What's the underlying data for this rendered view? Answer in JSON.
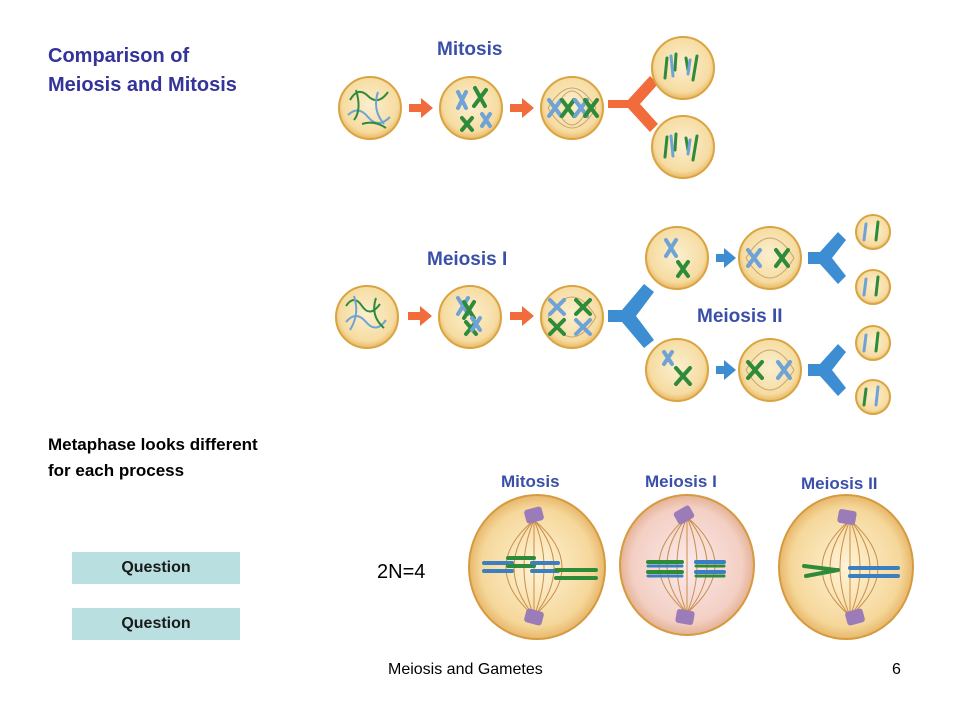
{
  "slide": {
    "title_line1": "Comparison of",
    "title_line2": "Meiosis and Mitosis",
    "subtitle_line1": "Metaphase looks different",
    "subtitle_line2": "for each process",
    "question_button_1": "Question",
    "question_button_2": "Question",
    "ploidy_label": "2N=4",
    "footer_text": "Meiosis and Gametes",
    "page_number": "6"
  },
  "diagram": {
    "mitosis_label": "Mitosis",
    "meiosis_i_label": "Meiosis I",
    "meiosis_ii_label": "Meiosis II",
    "metaphase_labels": [
      "Mitosis",
      "Meiosis I",
      "Meiosis II"
    ]
  },
  "colors": {
    "title": "#333399",
    "label": "#3a4fa8",
    "cell_fill": "#f8e2b0",
    "cell_stroke": "#d9a441",
    "chromosome_green": "#2e8b3a",
    "chromosome_blue": "#6fa3d6",
    "arrow_orange": "#f26b3a",
    "arrow_blue": "#3c8dd2",
    "button_bg": "#b9dfe0"
  }
}
